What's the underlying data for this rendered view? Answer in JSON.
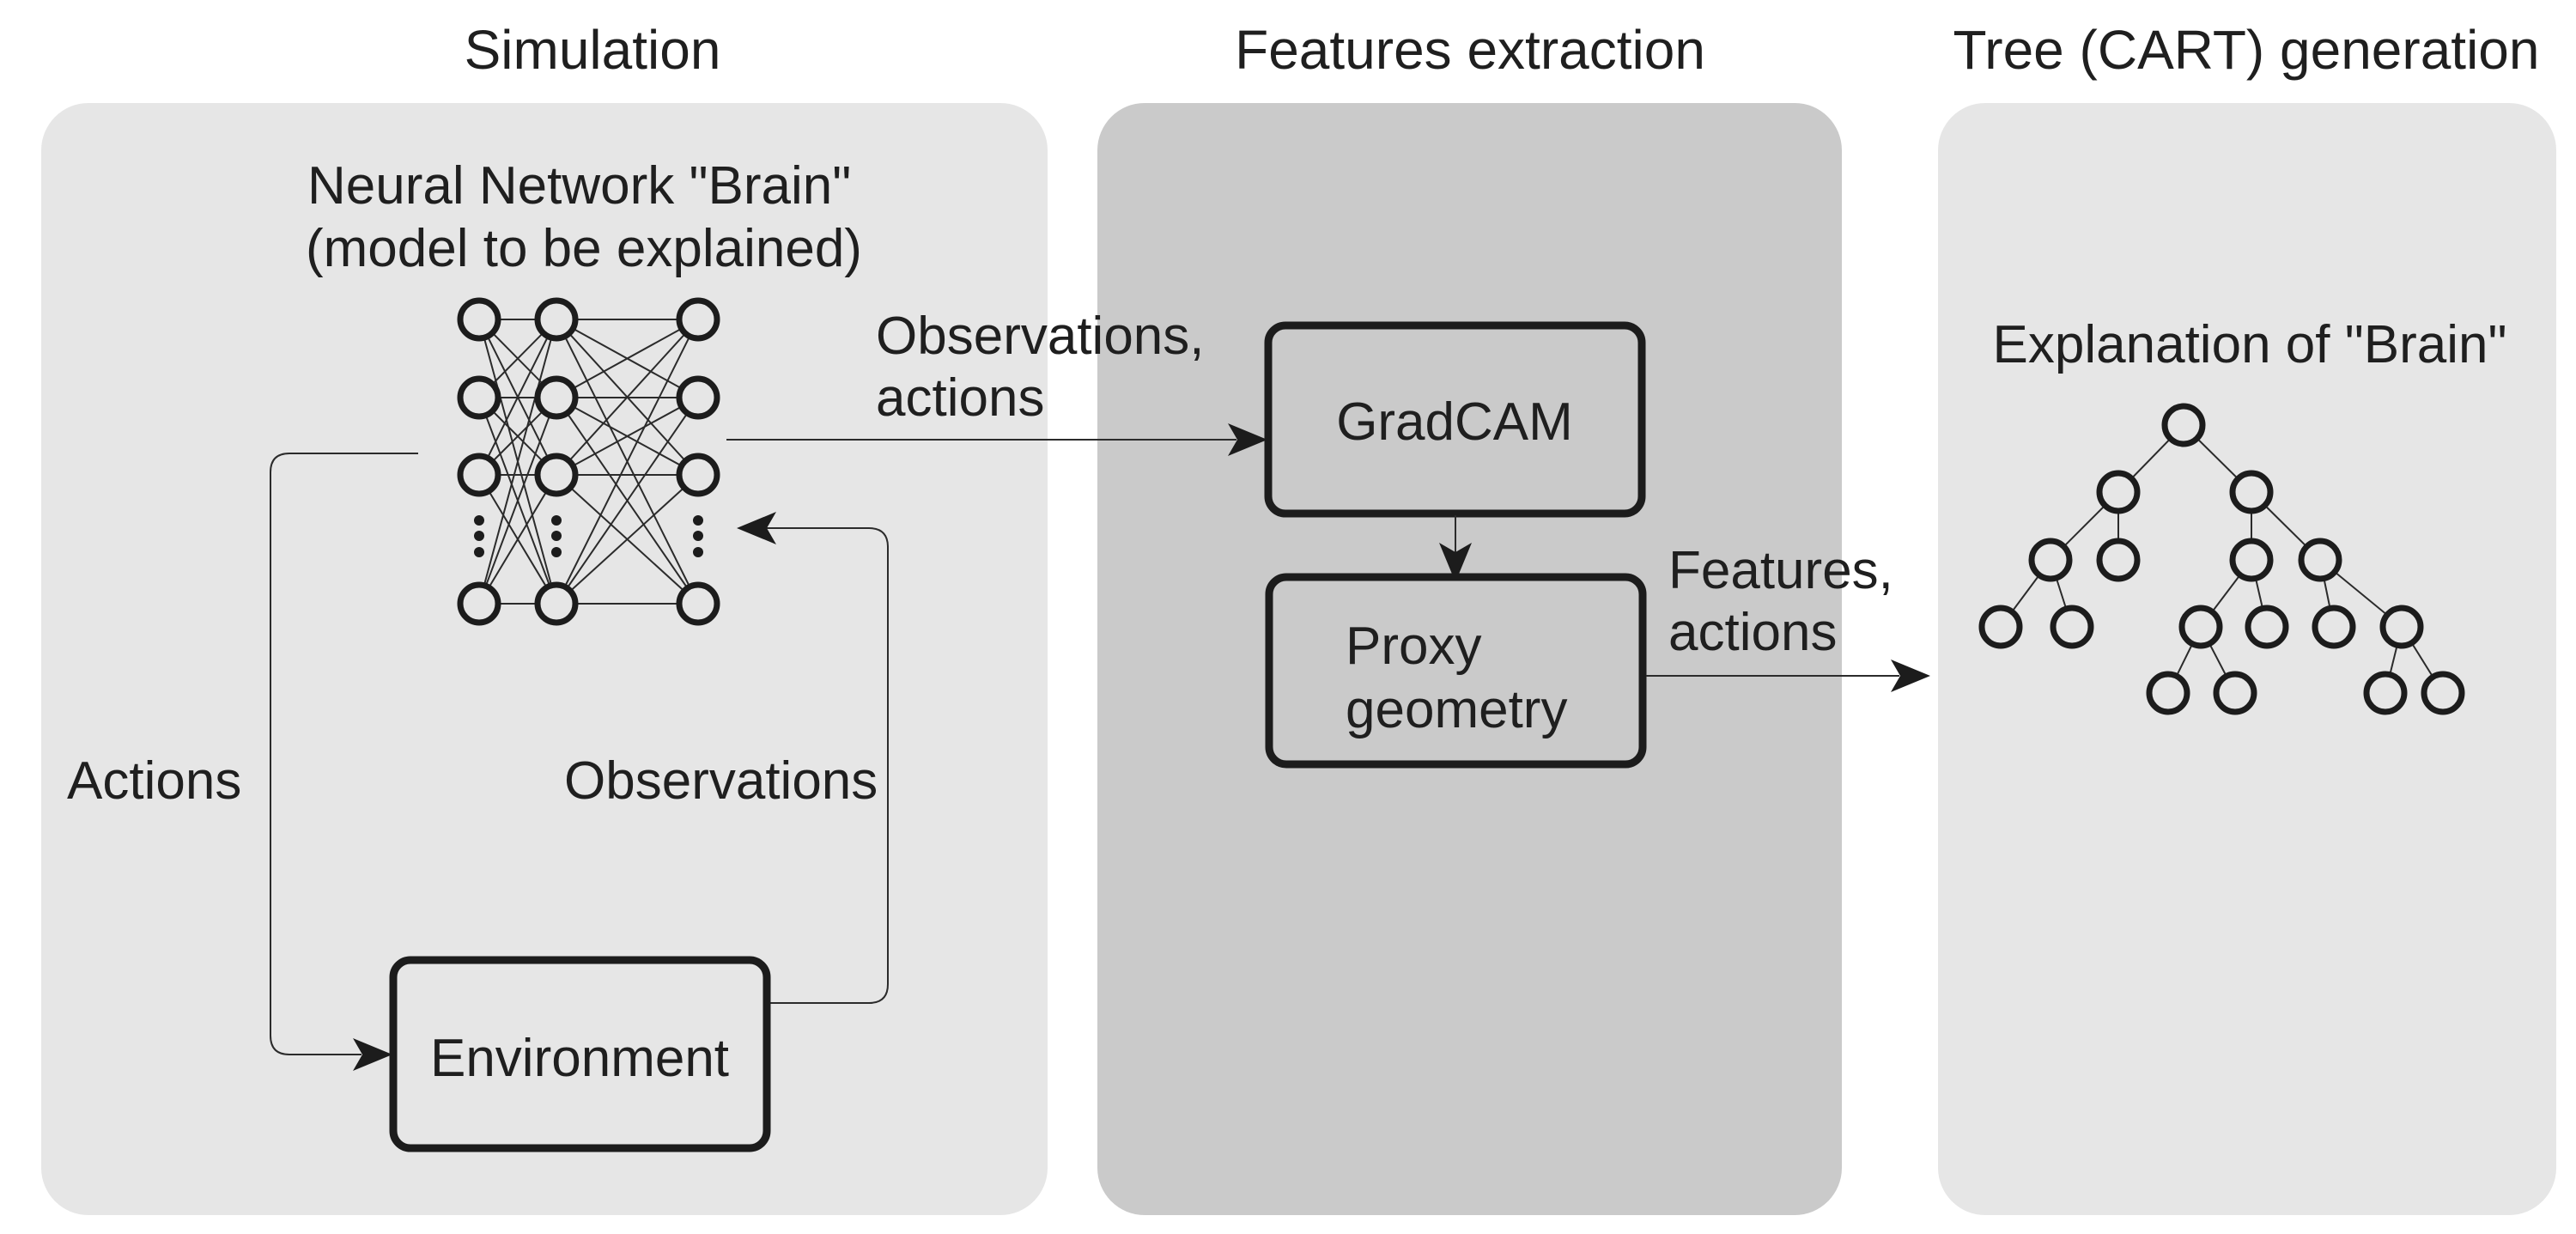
{
  "colors": {
    "background": "#ffffff",
    "panel_light": "#e6e6e6",
    "panel_dark": "#cacaca",
    "outline": "#1c1c1c",
    "connector": "#2b2b2b",
    "text": "#1f1f1f"
  },
  "sections": {
    "simulation": {
      "title": "Simulation",
      "nn_label_line1": "Neural Network \"Brain\"",
      "nn_label_line2": "(model to be explained)",
      "obs_actions_line1": "Observations,",
      "obs_actions_line2": "actions",
      "actions_label": "Actions",
      "observations_label": "Observations",
      "environment_box": "Environment"
    },
    "features_extraction": {
      "title": "Features extraction",
      "gradcam_box": "GradCAM",
      "proxy_box_line1": "Proxy",
      "proxy_box_line2": "geometry",
      "features_actions_line1": "Features,",
      "features_actions_line2": "actions"
    },
    "tree_generation": {
      "title": "Tree (CART) generation",
      "explanation_label": "Explanation of \"Brain\""
    }
  }
}
